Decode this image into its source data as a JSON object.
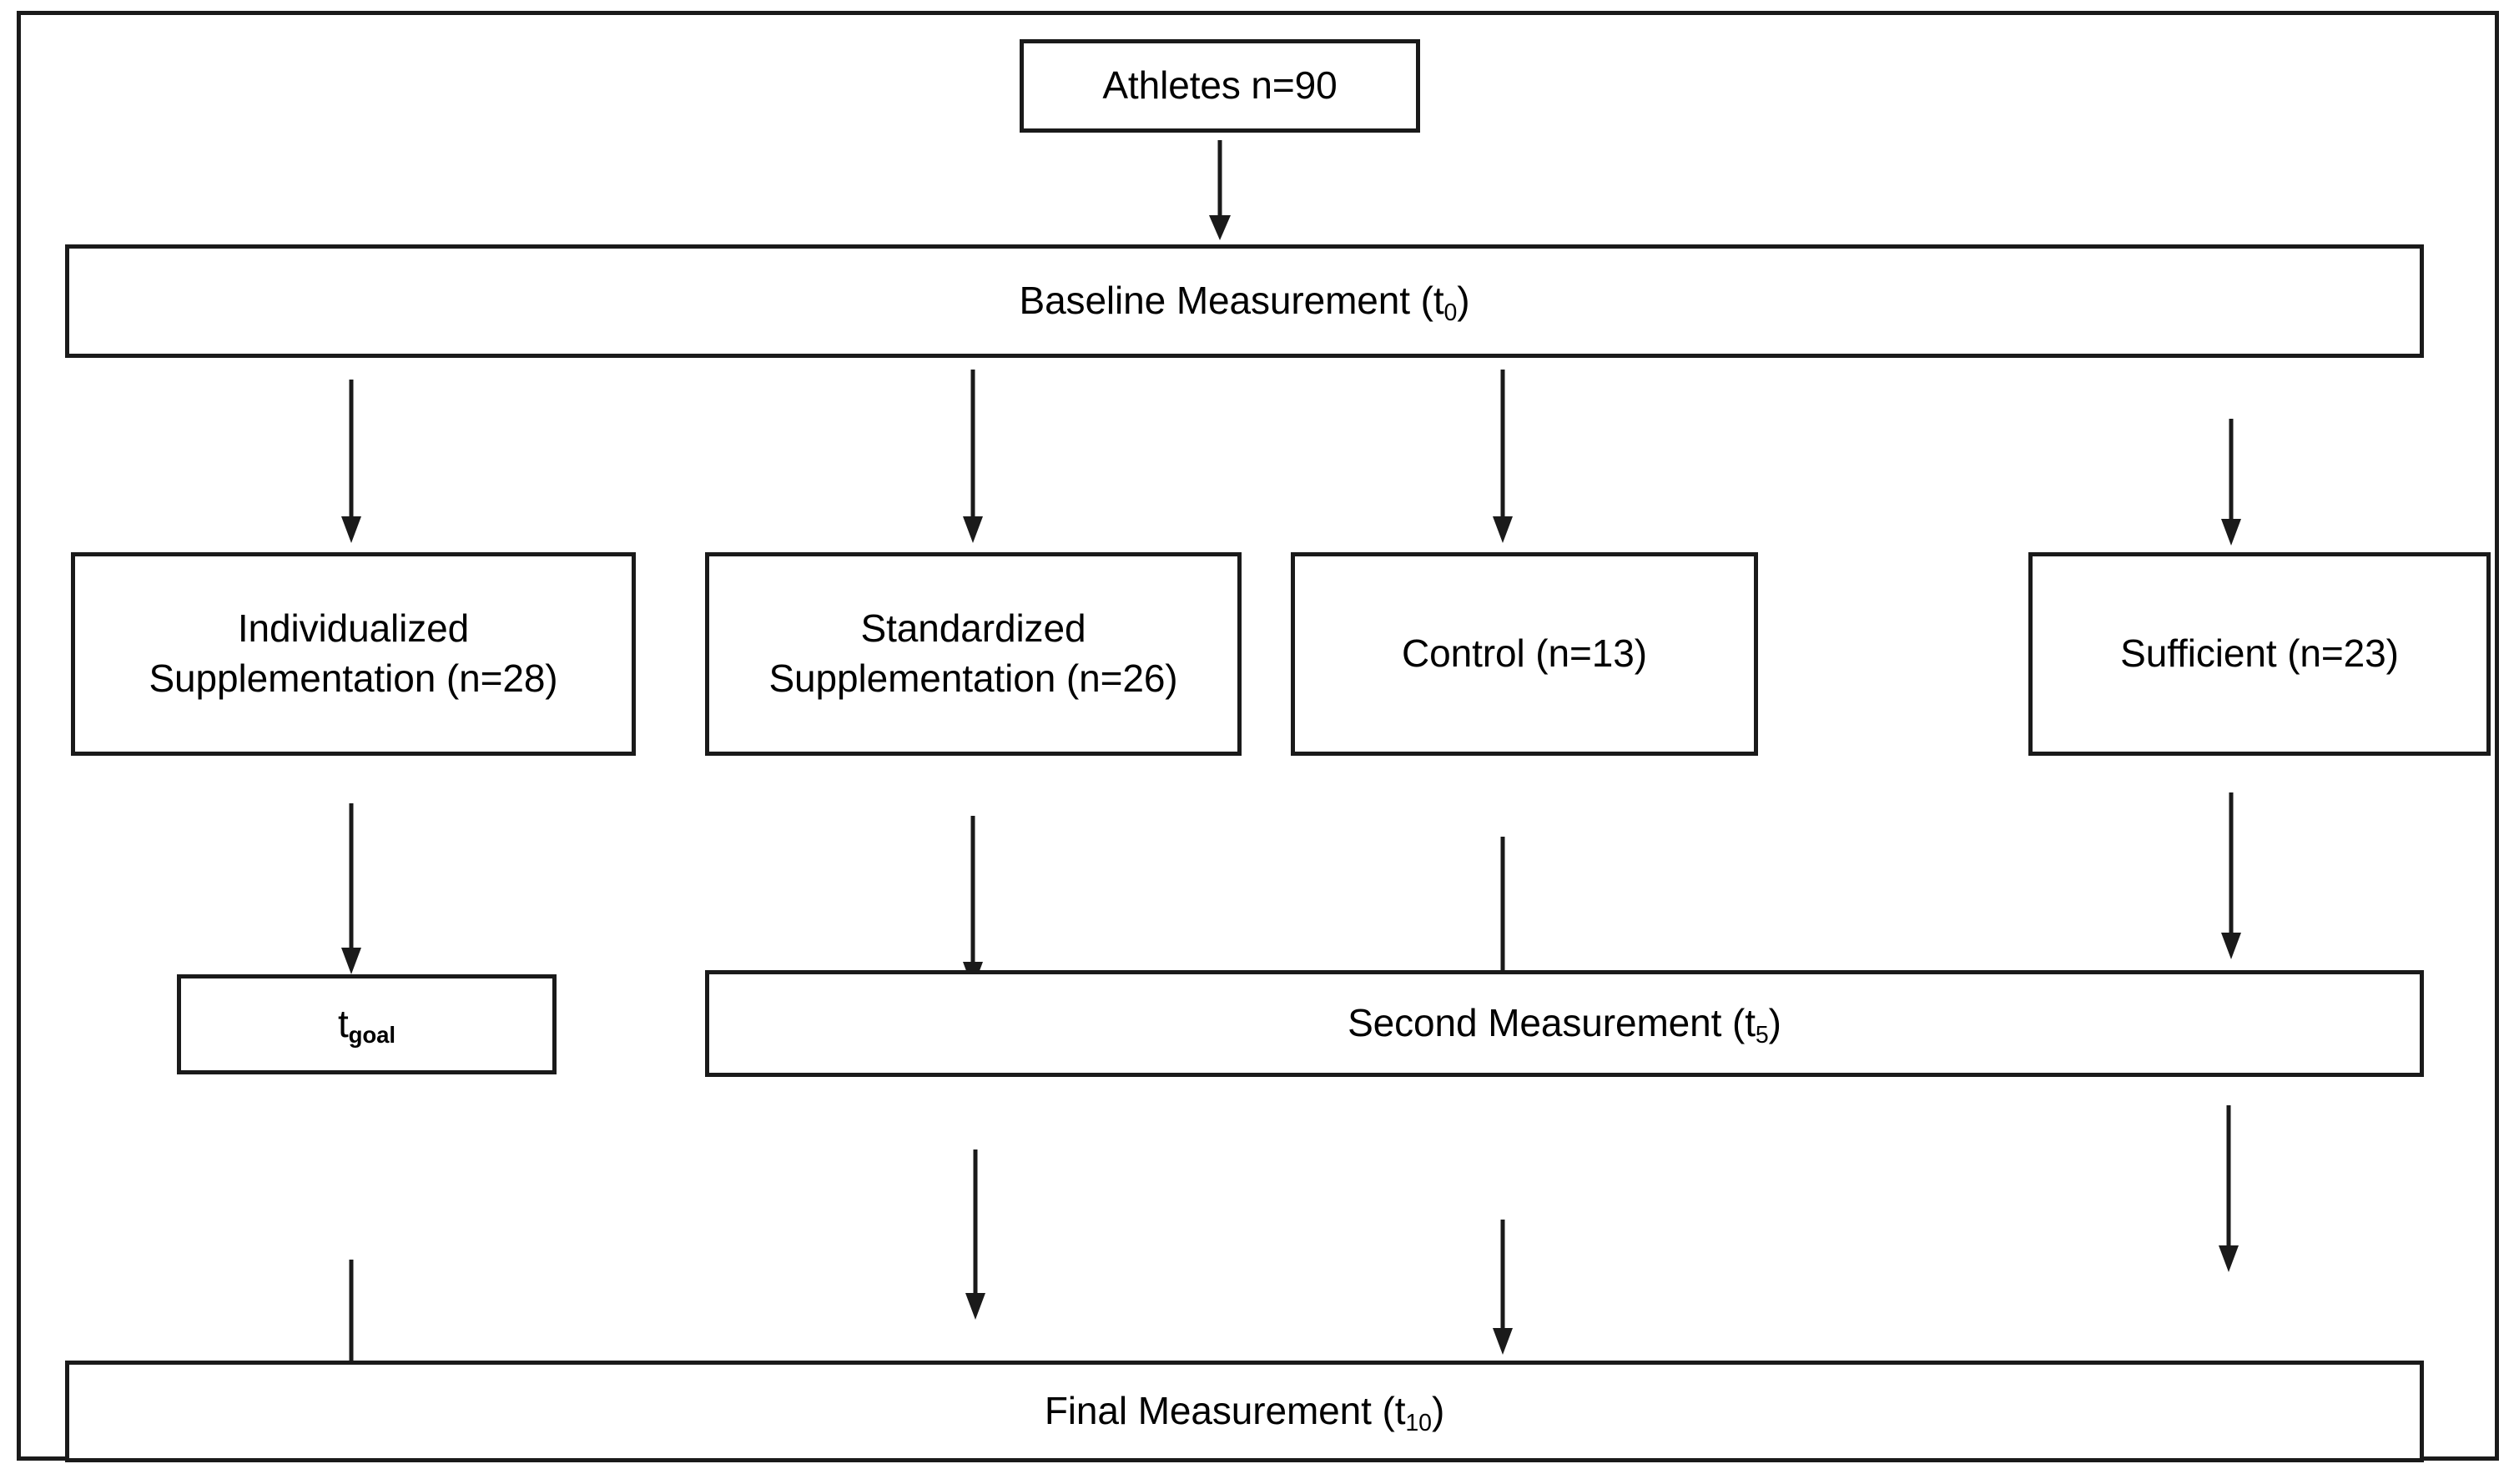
{
  "diagram": {
    "title": "Study design flowchart",
    "colors": {
      "border": "#1a1a1a",
      "background": "#ffffff",
      "text": "#000000",
      "arrow": "#1a1a1a"
    },
    "nodes": {
      "athletes": {
        "label": "Athletes n=90",
        "n": 90
      },
      "baseline": {
        "label_prefix": "Baseline Measurement (t",
        "subscript": "0",
        "label_suffix": ")",
        "full_label": "Baseline Measurement (t0)"
      },
      "individualized": {
        "line1": "Individualized",
        "line2": "Supplementation (n=28)",
        "n": 28
      },
      "standardized": {
        "line1": "Standardized",
        "line2": "Supplementation (n=26)",
        "n": 26
      },
      "control": {
        "label": "Control (n=13)",
        "n": 13
      },
      "sufficient": {
        "label": "Sufficient (n=23)",
        "n": 23
      },
      "tgoal": {
        "label_prefix": "t",
        "subscript": "goal",
        "full_label": "tgoal"
      },
      "second": {
        "label_prefix": "Second Measurement (t",
        "subscript": "5",
        "label_suffix": ")",
        "full_label": "Second Measurement (t5)"
      },
      "final": {
        "label_prefix": "Final Measurement (t",
        "subscript": "10",
        "label_suffix": ")",
        "full_label": "Final Measurement (t10)"
      }
    },
    "edges": [
      {
        "from": "athletes",
        "to": "baseline"
      },
      {
        "from": "baseline",
        "to": "individualized"
      },
      {
        "from": "baseline",
        "to": "standardized"
      },
      {
        "from": "baseline",
        "to": "control"
      },
      {
        "from": "baseline",
        "to": "sufficient"
      },
      {
        "from": "individualized",
        "to": "tgoal"
      },
      {
        "from": "standardized",
        "to": "second"
      },
      {
        "from": "control",
        "to": "second"
      },
      {
        "from": "sufficient",
        "to": "second"
      },
      {
        "from": "tgoal",
        "to": "final"
      },
      {
        "from": "second",
        "to": "final"
      }
    ]
  }
}
